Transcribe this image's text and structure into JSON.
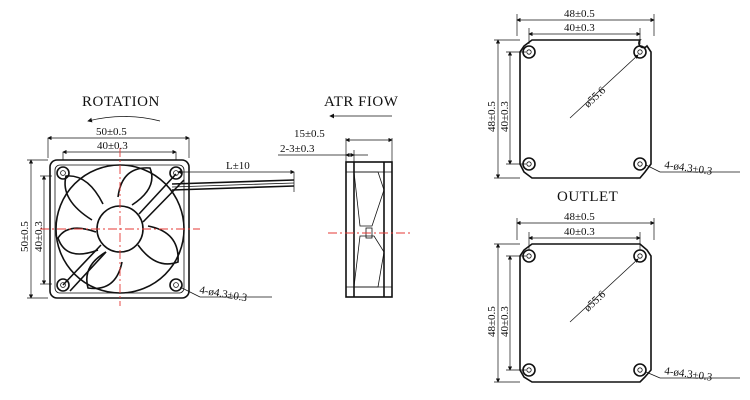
{
  "labels": {
    "rotation": "ROTATION",
    "airflow": "ATR FIOW",
    "outlet": "OUTLET"
  },
  "dims": {
    "outer": "50±0.5",
    "inner": "40±0.3",
    "outer_v": "50±0.5",
    "inner_v": "40±0.3",
    "lead": "L±10",
    "thick": "15±0.5",
    "flange": "2-3±0.3",
    "hole": "4-ø4.3±0.3",
    "panel_outer": "48±0.5",
    "panel_inner": "40±0.3",
    "panel_outer_v": "48±0.5",
    "panel_inner_v": "40±0.3",
    "panel_dia": "ø55.6",
    "panel_hole": "4-ø4.3±0.3"
  },
  "colors": {
    "line": "#111111",
    "center_line": "#e53935"
  }
}
